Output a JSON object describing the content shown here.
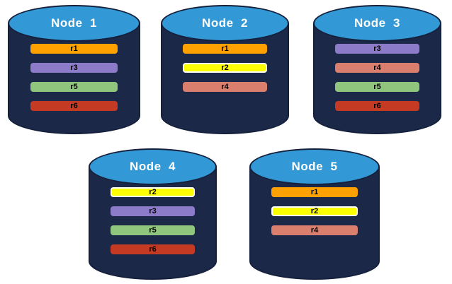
{
  "diagram": {
    "nodes": [
      {
        "label": "Node  1",
        "records": [
          "r1",
          "r3",
          "r5",
          "r6"
        ]
      },
      {
        "label": "Node  2",
        "records": [
          "r1",
          "r2",
          "r4"
        ]
      },
      {
        "label": "Node  3",
        "records": [
          "r3",
          "r4",
          "r5",
          "r6"
        ]
      },
      {
        "label": "Node  4",
        "records": [
          "r2",
          "r3",
          "r5",
          "r6"
        ]
      },
      {
        "label": "Node  5",
        "records": [
          "r1",
          "r2",
          "r4"
        ]
      }
    ],
    "record_colors": {
      "r1": "#FFA200",
      "r2": "#FBFF00",
      "r3": "#8C7BC8",
      "r4": "#DA7E6D",
      "r5": "#90C57E",
      "r6": "#C43A22"
    },
    "record_border_colors": {
      "r2": "#FFFFFF"
    },
    "colors": {
      "cylinder_top": "#3399D6",
      "cylinder_body": "#1B2847",
      "cylinder_outline": "#14203C",
      "node_label_text": "#FFFFFF",
      "record_text": "#000000",
      "background": "#FFFFFF"
    }
  }
}
